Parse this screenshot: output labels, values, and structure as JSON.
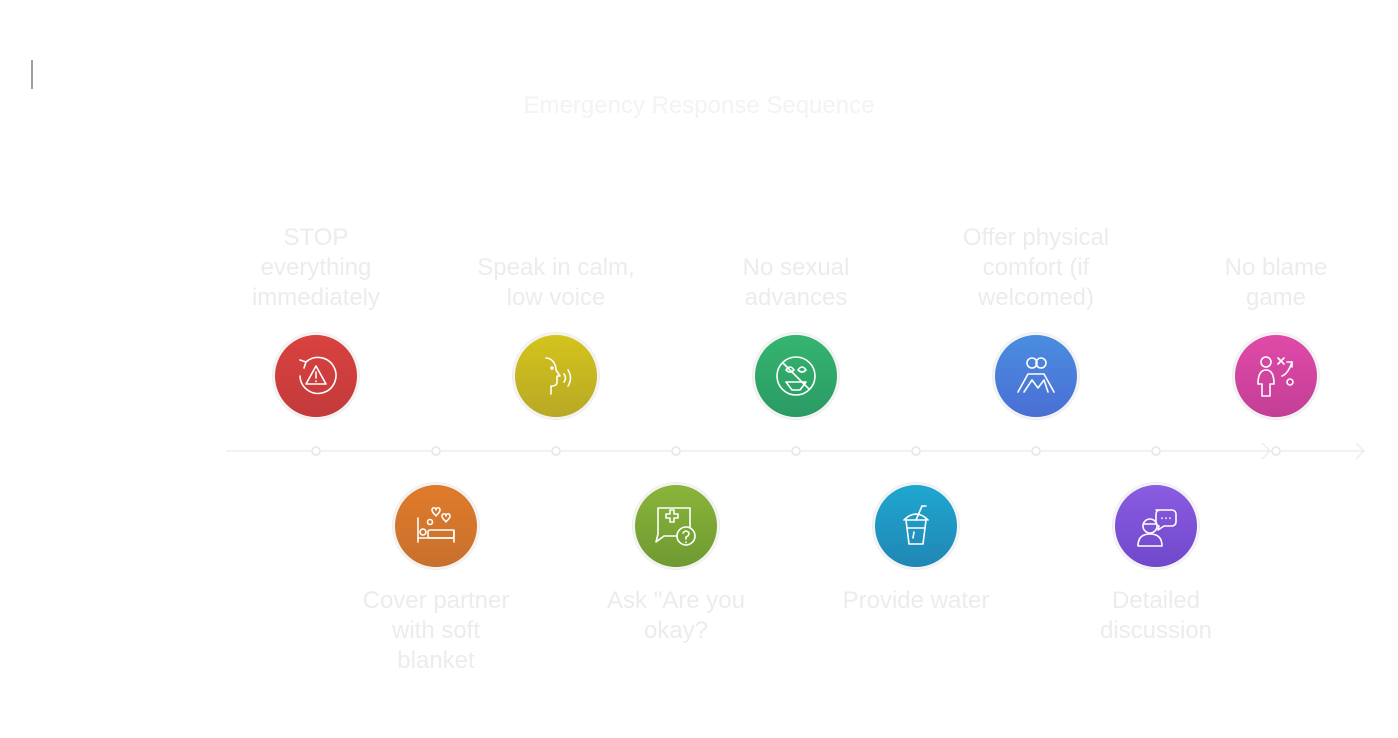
{
  "diagram": {
    "title": "Emergency Response Sequence",
    "steps": [
      {
        "label_lines": [
          "STOP",
          "everything",
          "immediately"
        ],
        "icon": "stop-warning-icon",
        "color": "#d9423f",
        "color2": "#c33a3b"
      },
      {
        "label_lines": [
          "Cover partner",
          "with soft",
          "blanket"
        ],
        "icon": "bed-hearts-icon",
        "color": "#e07b2a",
        "color2": "#c8702e"
      },
      {
        "label_lines": [
          "Speak in calm,",
          "low voice"
        ],
        "icon": "speaking-face-icon",
        "color": "#d4c41c",
        "color2": "#b8a826"
      },
      {
        "label_lines": [
          "Ask \"Are you",
          "okay?"
        ],
        "icon": "medical-question-chat-icon",
        "color": "#8ab43a",
        "color2": "#6e9a32"
      },
      {
        "label_lines": [
          "No sexual",
          "advances"
        ],
        "icon": "no-lingerie-icon",
        "color": "#35b56f",
        "color2": "#2a9a64"
      },
      {
        "label_lines": [
          "Provide water"
        ],
        "icon": "drink-cup-icon",
        "color": "#1ea7d0",
        "color2": "#2186b4"
      },
      {
        "label_lines": [
          "Offer physical",
          "comfort (if",
          "welcomed)"
        ],
        "icon": "hug-icon",
        "color": "#4a8de0",
        "color2": "#4a6fd4"
      },
      {
        "label_lines": [
          "Detailed",
          "discussion"
        ],
        "icon": "person-chat-icon",
        "color": "#8a5ce0",
        "color2": "#7048cc"
      },
      {
        "label_lines": [
          "No blame",
          "game"
        ],
        "icon": "person-strategy-icon",
        "color": "#e04aa8",
        "color2": "#c33e96"
      }
    ]
  }
}
